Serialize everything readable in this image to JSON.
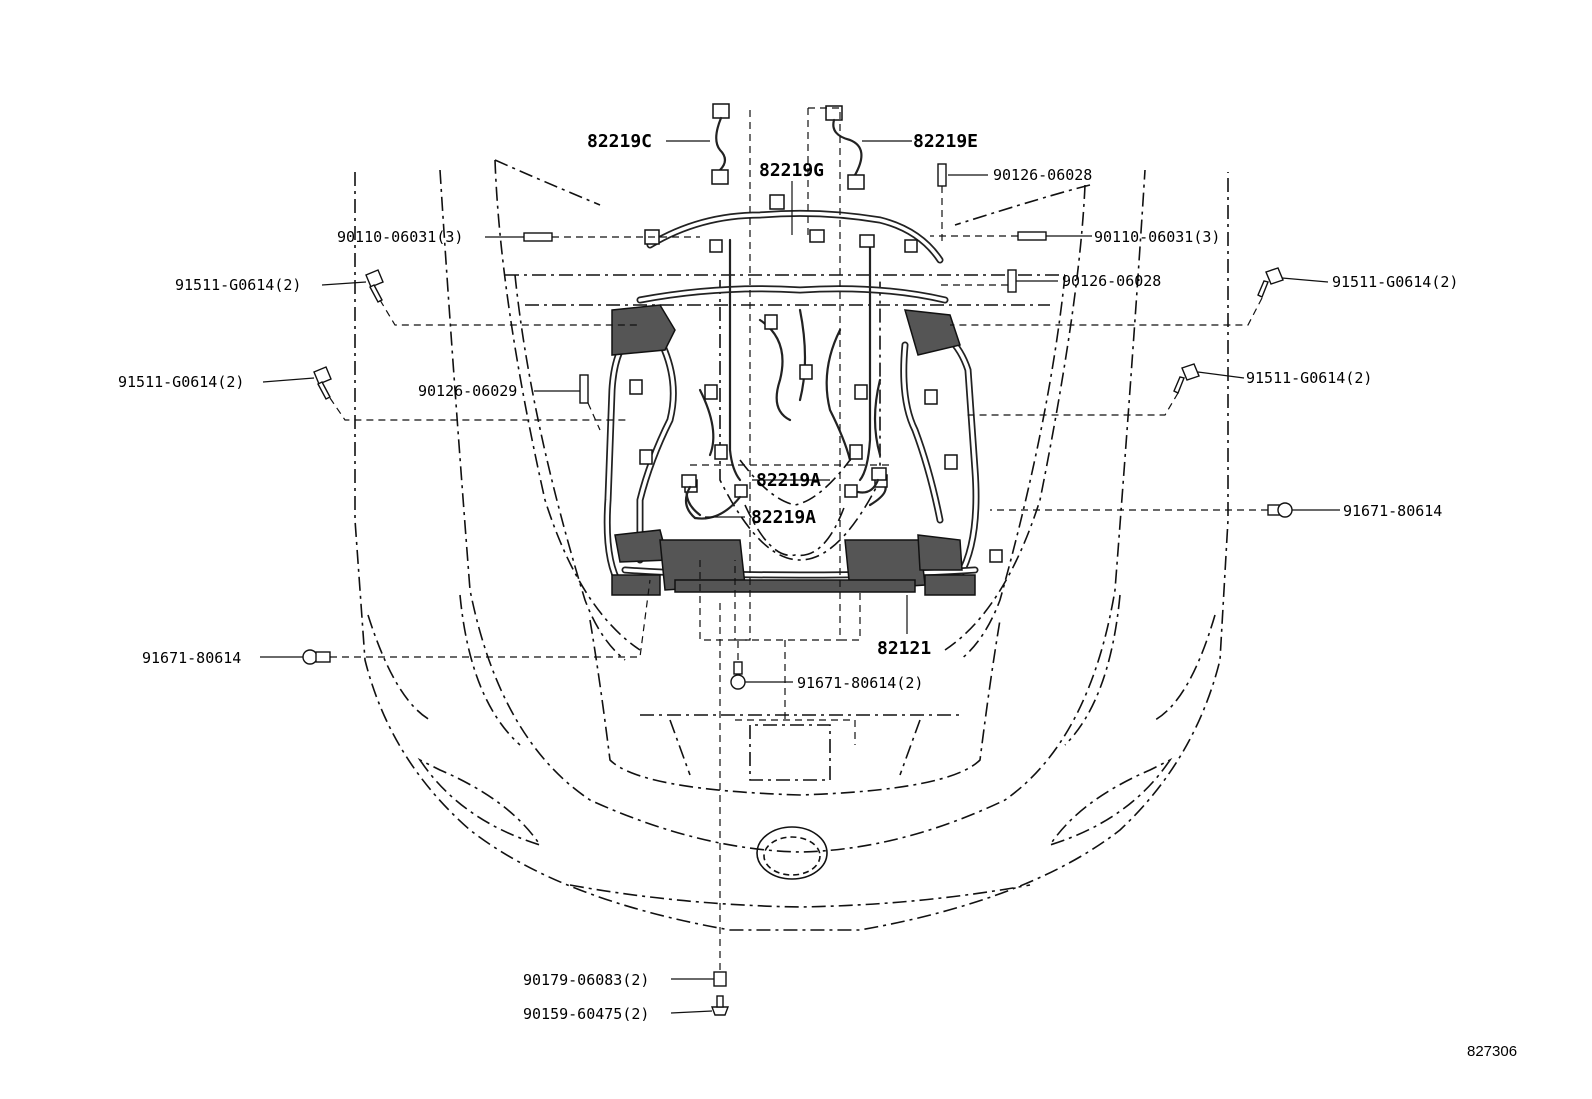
{
  "diagram": {
    "ref_number": "827306",
    "callouts": {
      "c_82219C": "82219C",
      "c_82219E": "82219E",
      "c_82219G": "82219G",
      "c_82219A_1": "82219A",
      "c_82219A_2": "82219A",
      "c_82121": "82121",
      "c_90126_06028_top": "90126-06028",
      "c_90126_06028_mid": "90126-06028",
      "c_90110_06031_left": "90110-06031(3)",
      "c_90110_06031_right": "90110-06031(3)",
      "c_91511_left_top": "91511-G0614(2)",
      "c_91511_left_bot": "91511-G0614(2)",
      "c_91511_right_top": "91511-G0614(2)",
      "c_91511_right_bot": "91511-G0614(2)",
      "c_90126_06029": "90126-06029",
      "c_91671_right": "91671-80614",
      "c_91671_left": "91671-80614",
      "c_91671_center": "91671-80614(2)",
      "c_90179_06083": "90179-06083(2)",
      "c_90159_60475": "90159-60475(2)"
    }
  }
}
